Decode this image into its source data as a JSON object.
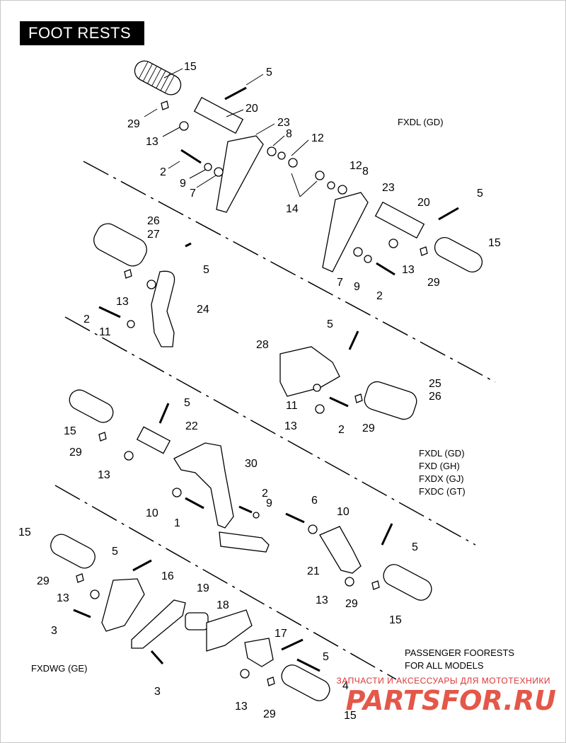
{
  "title": "FOOT RESTS",
  "notes": {
    "fxdl_gd": "FXDL (GD)",
    "models": [
      "FXDL (GD)",
      "FXD (GH)",
      "FXDX (GJ)",
      "FXDC (GT)"
    ],
    "passenger": [
      "PASSENGER FOORESTS",
      "FOR ALL MODELS"
    ],
    "fxdwg": "FXDWG (GE)"
  },
  "watermark": {
    "tagline": "ЗАПЧАСТИ И АКСЕССУАРЫ ДЛЯ МОТОТЕХНИКИ",
    "logo": "PARTSFOR.RU"
  },
  "labels": [
    "15",
    "5",
    "29",
    "20",
    "13",
    "23",
    "8",
    "12",
    "2",
    "9",
    "7",
    "12",
    "8",
    "14",
    "23",
    "20",
    "5",
    "26",
    "27",
    "5",
    "13",
    "15",
    "29",
    "7",
    "9",
    "2",
    "13",
    "24",
    "2",
    "11",
    "5",
    "28",
    "25",
    "26",
    "11",
    "2",
    "13",
    "29",
    "5",
    "15",
    "22",
    "29",
    "13",
    "30",
    "2",
    "9",
    "10",
    "1",
    "6",
    "10",
    "5",
    "15",
    "5",
    "16",
    "29",
    "13",
    "19",
    "18",
    "21",
    "13",
    "29",
    "15",
    "3",
    "17",
    "5",
    "4",
    "3",
    "13",
    "29",
    "15"
  ]
}
